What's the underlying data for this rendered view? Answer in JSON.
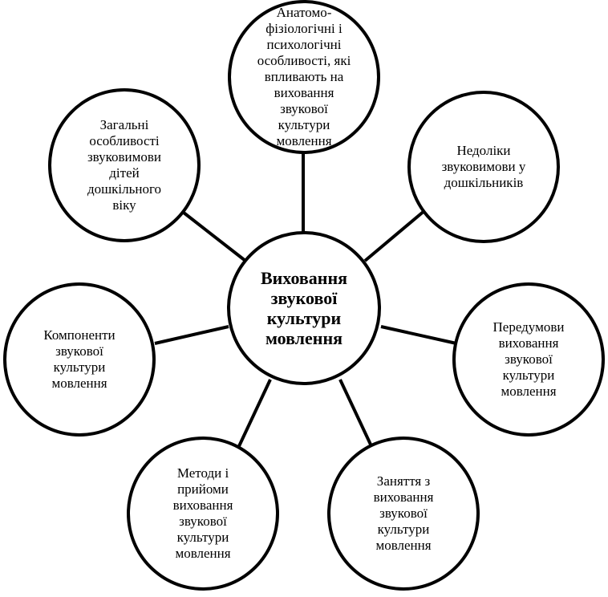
{
  "center": {
    "label": "Виховання\nзвукової\nкультури\nмовлення"
  },
  "nodes": [
    {
      "id": "anatomo",
      "label": "Анатомо-\nфізіологічні і\nпсихологічні\nособливості, які\nвпливають на\nвиховання\nзвукової\nкультури\nмовлення"
    },
    {
      "id": "nedoliky",
      "label": "Недоліки\nзвуковимови у\nдошкільників"
    },
    {
      "id": "peredumovy",
      "label": "Передумови\nвиховання\nзвукової\nкультури\nмовлення"
    },
    {
      "id": "zanyattya",
      "label": "Заняття з\nвиховання\nзвукової\nкультури\nмовлення"
    },
    {
      "id": "metody",
      "label": "Методи і\nприйоми\nвиховання\nзвукової\nкультури\nмовлення"
    },
    {
      "id": "komponenty",
      "label": "Компоненти\nзвукової\nкультури\nмовлення"
    },
    {
      "id": "zagalni",
      "label": "Загальні\nособливості\nзвуковимови\nдітей\nдошкільного\nвіку"
    }
  ],
  "colors": {
    "stroke": "#000000",
    "fill": "#ffffff",
    "text": "#000000"
  }
}
